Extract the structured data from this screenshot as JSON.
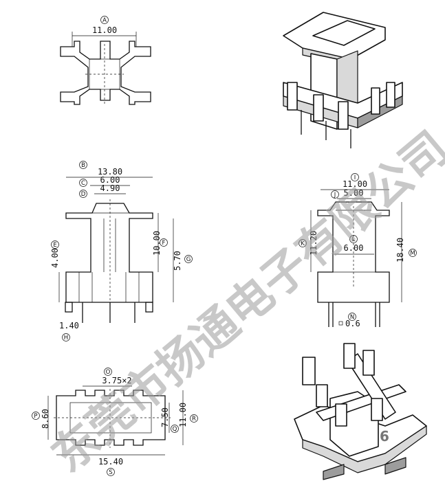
{
  "watermark": "东莞市扬通电子有限公司",
  "page_number": "6",
  "views": {
    "top_view": {
      "A": {
        "letter": "A",
        "value": "11.00"
      }
    },
    "front_view": {
      "B": {
        "letter": "B",
        "value": "13.80"
      },
      "C": {
        "letter": "C",
        "value": "6.00"
      },
      "D": {
        "letter": "D",
        "value": "4.90"
      },
      "E": {
        "letter": "E",
        "value": "4.00"
      },
      "F": {
        "letter": "F",
        "value": "10.00"
      },
      "G": {
        "letter": "G",
        "value": "5.70"
      },
      "H": {
        "letter": "H",
        "value": "1.40"
      }
    },
    "side_view": {
      "I": {
        "letter": "I",
        "value": "11.00"
      },
      "J": {
        "letter": "J",
        "value": "5.00"
      },
      "K": {
        "letter": "K",
        "value": "11.20"
      },
      "L": {
        "letter": "L",
        "value": "6.00"
      },
      "M": {
        "letter": "M",
        "value": "18.40"
      },
      "N": {
        "letter": "N",
        "value": "0.6"
      }
    },
    "bottom_view": {
      "O": {
        "letter": "O",
        "value": "3.75×2"
      },
      "P": {
        "letter": "P",
        "value": "8.60"
      },
      "Q": {
        "letter": "Q",
        "value": "7.50"
      },
      "R": {
        "letter": "R",
        "value": "11.00"
      },
      "S": {
        "letter": "S",
        "value": "15.40"
      }
    }
  }
}
